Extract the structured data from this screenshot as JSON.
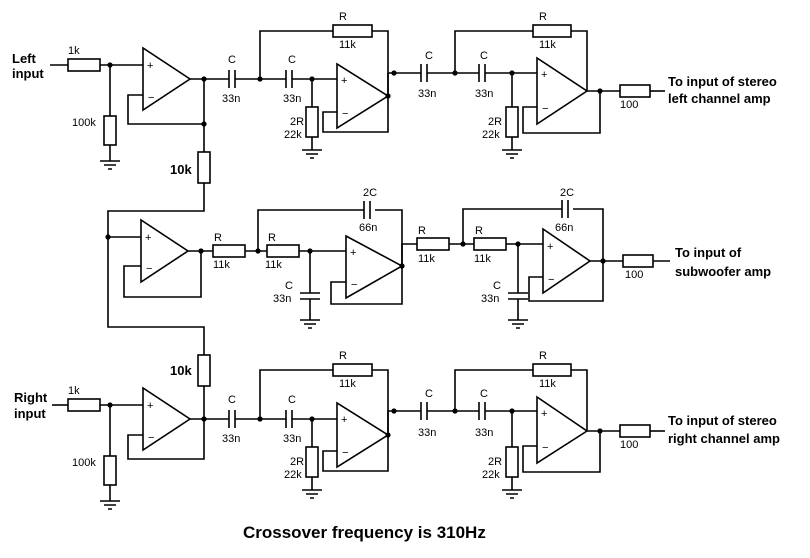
{
  "inputs": {
    "left_line1": "Left",
    "left_line2": "input",
    "right_line1": "Right",
    "right_line2": "input"
  },
  "outputs": {
    "left_line1": "To input of stereo",
    "left_line2": "left channel amp",
    "sub_line1": "To input of",
    "sub_line2": "subwoofer amp",
    "right_line1": "To input of stereo",
    "right_line2": "right channel amp"
  },
  "components": {
    "r_in": "1k",
    "r_bias": "100k",
    "r_mix": "10k",
    "r_out": "100",
    "cap_symbol": "C",
    "cap_value": "33n",
    "cap2_symbol": "2C",
    "cap2_value": "66n",
    "res_symbol": "R",
    "res_value": "11k",
    "res2_symbol": "2R",
    "res2_value": "22k"
  },
  "caption": "Crossover frequency is 310Hz"
}
